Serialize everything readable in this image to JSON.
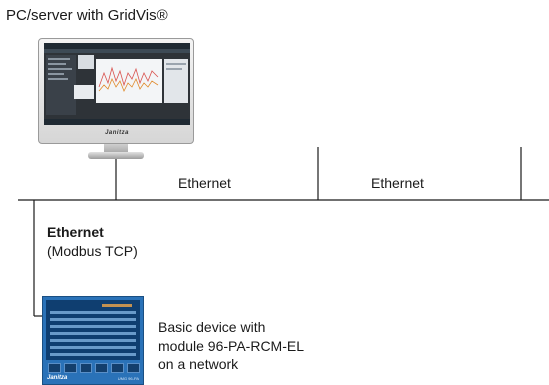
{
  "title": "PC/server with GridVis®",
  "ethernet_labels": [
    "Ethernet",
    "Ethernet"
  ],
  "device_link": {
    "label": "Ethernet",
    "sublabel": "(Modbus TCP)"
  },
  "device_text": [
    "Basic device with",
    "module 96-PA-RCM-EL",
    "on a network"
  ],
  "monitor_logo": "Janitza",
  "device_brand": "Janitza",
  "device_model": "UMG 96-PA",
  "colors": {
    "line": "#1a1a1a",
    "device_blue": "#2a72b8",
    "screen_dark": "#2e3338"
  }
}
